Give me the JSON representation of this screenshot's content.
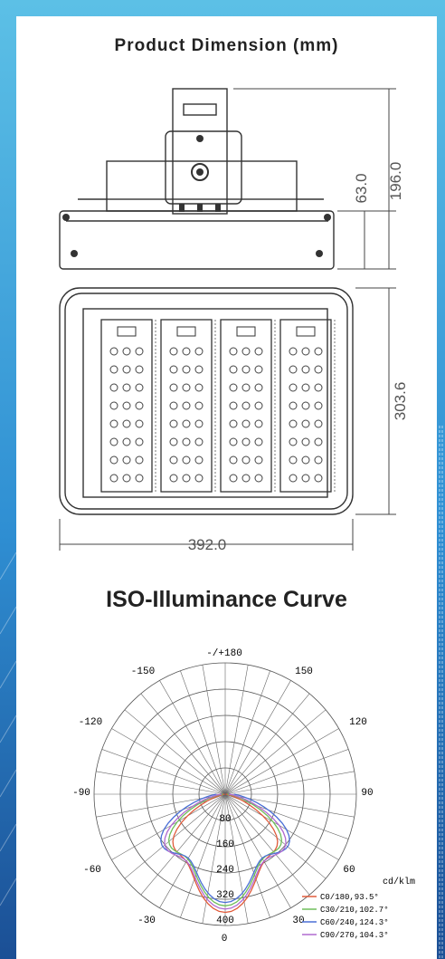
{
  "dimension": {
    "title": "Product Dimension (mm)",
    "height_total": "196.0",
    "height_bracket": "63.0",
    "depth": "303.6",
    "width": "392.0"
  },
  "iso": {
    "title": "ISO-Illuminance Curve",
    "angle_labels": [
      "-/+180",
      "-150",
      "150",
      "-120",
      "120",
      "-90",
      "90",
      "-60",
      "60",
      "-30",
      "30",
      "0"
    ],
    "radial_labels": [
      "80",
      "160",
      "240",
      "320",
      "400"
    ],
    "legend_title": "cd/klm",
    "legend": [
      {
        "label": "C0/180,93.5°",
        "color": "#e05a3a"
      },
      {
        "label": "C30/210,102.7°",
        "color": "#6fbf5a"
      },
      {
        "label": "C60/240,124.3°",
        "color": "#4a6fd6"
      },
      {
        "label": "C90/270,104.3°",
        "color": "#b06ad0"
      }
    ]
  }
}
